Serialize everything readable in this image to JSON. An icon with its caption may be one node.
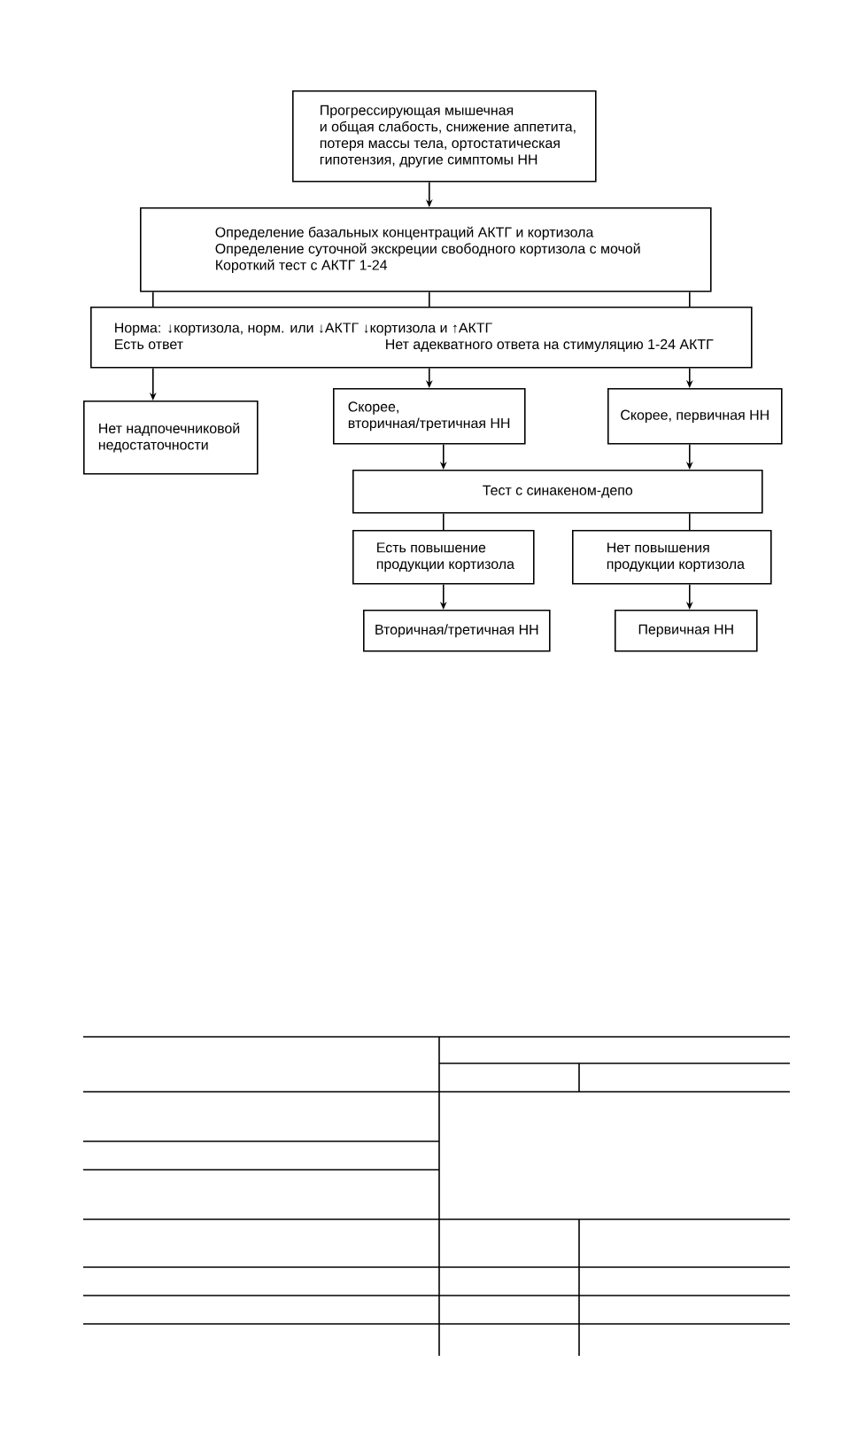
{
  "diagram": {
    "nodes": [
      {
        "text": [
          "Прогрессирующая мышечная и общая слабость, снижение аппетита, потеря массы тела, ортостатическая гипотензия, другие симптомы НН"
        ]
      },
      {
        "text": [
          "Определение базальных концентраций АКТГ и кортизола",
          "Определение суточной экскреции свободного кортизола с мочой",
          "Короткий тест с АКТГ 1-24"
        ]
      },
      {
        "text": [
          "Норма: ↓кортизола, норм. или ↓АКТГ ↓кортизола и ↑АКТГ",
          "Есть ответ",
          "Нет адекватного ответа на стимуляцию 1-24 АКТГ"
        ]
      },
      {
        "text": [
          "Нет надпочечниковой недостаточности"
        ]
      },
      {
        "text": [
          "Скорее, вторичная/третичная НН"
        ]
      },
      {
        "text": [
          "Скорее, первичная НН"
        ]
      },
      {
        "text": [
          "Тест с синакеном-депо"
        ]
      },
      {
        "text": [
          "Есть повышение продукции кортизола"
        ]
      },
      {
        "text": [
          "Нет повышения продукции кортизола"
        ]
      },
      {
        "text": [
          "Вторичная/третичная НН"
        ]
      },
      {
        "text": [
          "Первичная НН"
        ]
      }
    ],
    "edges": [
      {
        "from": 0,
        "to": 1,
        "arrow": "to"
      },
      {
        "from": 1,
        "to": 2,
        "arrow": "none"
      },
      {
        "from": 1,
        "to": 2,
        "arrow": "none"
      },
      {
        "from": 1,
        "to": 2,
        "arrow": "none"
      },
      {
        "from": 2,
        "to": 3,
        "arrow": "to"
      },
      {
        "from": 2,
        "to": 4,
        "arrow": "to"
      },
      {
        "from": 2,
        "to": 5,
        "arrow": "to"
      },
      {
        "from": 4,
        "to": 6,
        "arrow": "to"
      },
      {
        "from": 5,
        "to": 6,
        "arrow": "to"
      },
      {
        "from": 6,
        "to": 7,
        "arrow": "none"
      },
      {
        "from": 6,
        "to": 8,
        "arrow": "none"
      },
      {
        "from": 7,
        "to": 9,
        "arrow": "to"
      },
      {
        "from": 8,
        "to": 10,
        "arrow": "to"
      }
    ]
  }
}
